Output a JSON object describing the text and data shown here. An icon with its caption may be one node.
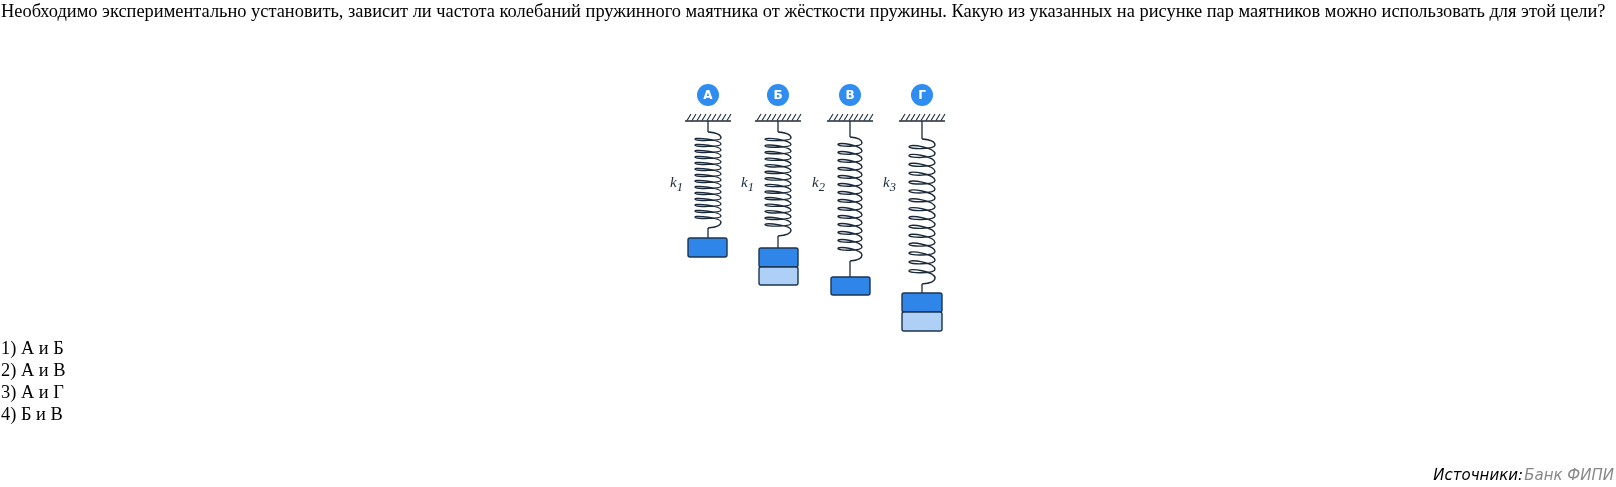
{
  "diagram": {
    "title": "Необходимо экспериментально установить, зависит ли частота колебаний пружинного маятника от жёсткости пружины. Какую из указанных на рисунке пар маятников можно использовать для этой цели?",
    "nodes": [
      {
        "text": [
          "А"
        ]
      },
      {
        "text": [
          "Б"
        ]
      },
      {
        "text": [
          "В"
        ]
      },
      {
        "text": [
          "Г"
        ]
      }
    ],
    "labels": [
      "k$_{1}$",
      "k$_{1}$",
      "k$_{2}$",
      "k$_{3}$",
      "1) А и Б",
      "2) А и В",
      "3) А и Г",
      "4) Б и В",
      "Источники:",
      "Банк ФИПИ"
    ]
  }
}
